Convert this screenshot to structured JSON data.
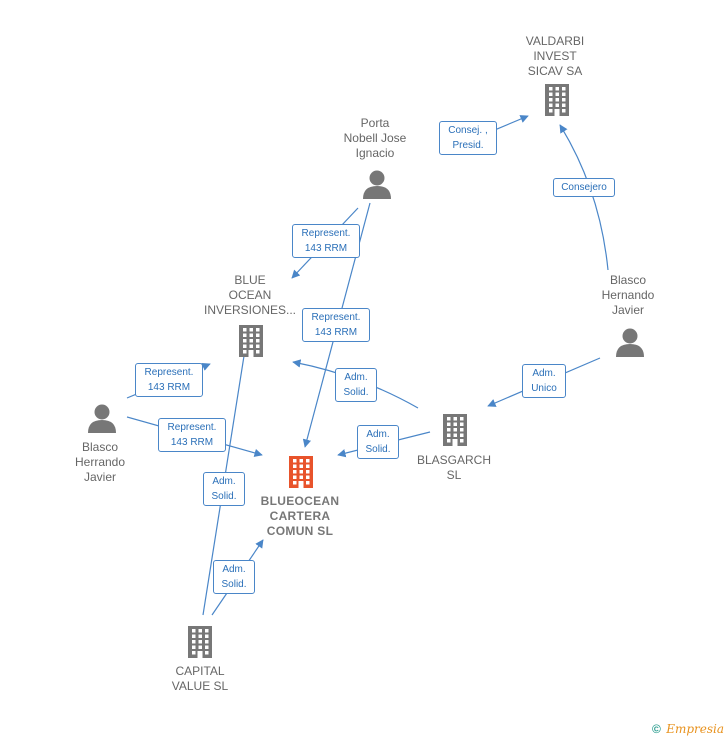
{
  "nodes": {
    "valdarbi": {
      "label": "VALDARBI\nINVEST\nSICAV SA",
      "type": "company",
      "color": "#777777"
    },
    "porta": {
      "label": "Porta\nNobell Jose\nIgnacio",
      "type": "person",
      "color": "#777777"
    },
    "blasco_right": {
      "label": "Blasco\nHernando\nJavier",
      "type": "person",
      "color": "#777777"
    },
    "blue_ocean_inv": {
      "label": "BLUE\nOCEAN\nINVERSIONES...",
      "type": "company",
      "color": "#777777"
    },
    "blasco_left": {
      "label": "Blasco\nHerrando\nJavier",
      "type": "person",
      "color": "#777777"
    },
    "blasgarch": {
      "label": "BLASGARCH\nSL",
      "type": "company",
      "color": "#777777"
    },
    "blueocean_cartera": {
      "label": "BLUEOCEAN\nCARTERA\nCOMUN  SL",
      "type": "company",
      "color": "#e8532b"
    },
    "capital_value": {
      "label": "CAPITAL\nVALUE  SL",
      "type": "company",
      "color": "#777777"
    }
  },
  "edges": [
    {
      "id": "e1",
      "label": "Consej. ,\nPresid."
    },
    {
      "id": "e2",
      "label": "Consejero"
    },
    {
      "id": "e3",
      "label": "Represent.\n143 RRM"
    },
    {
      "id": "e4",
      "label": "Represent.\n143 RRM"
    },
    {
      "id": "e5",
      "label": "Adm.\nUnico"
    },
    {
      "id": "e6",
      "label": "Adm.\nSolid."
    },
    {
      "id": "e7",
      "label": "Represent.\n143 RRM"
    },
    {
      "id": "e8",
      "label": "Represent.\n143 RRM"
    },
    {
      "id": "e9",
      "label": "Adm.\nSolid."
    },
    {
      "id": "e10",
      "label": "Adm.\nSolid."
    },
    {
      "id": "e11",
      "label": "Adm.\nSolid."
    }
  ],
  "colors": {
    "edge": "#4a86c8",
    "icon_gray": "#777777",
    "icon_focus": "#e8532b"
  },
  "footer": {
    "copyright": "©",
    "brand": "Empresia"
  }
}
